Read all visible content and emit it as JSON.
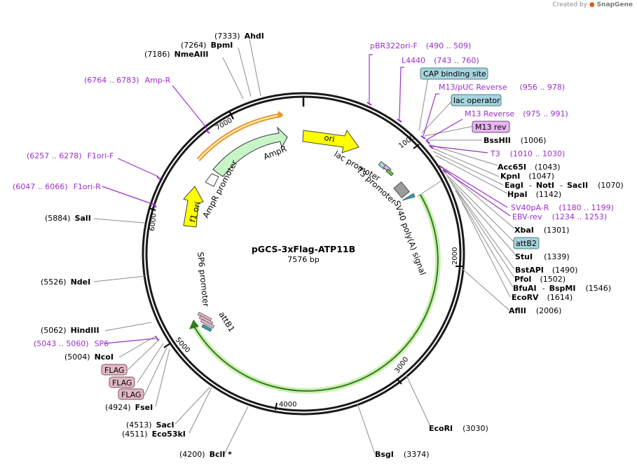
{
  "credit": {
    "prefix": "Created by",
    "brand": "SnapGene"
  },
  "plasmid": {
    "name": "pGCS-3xFlag-ATP11B",
    "size": "7576 bp"
  },
  "ticks": [
    {
      "id": "t1000",
      "label": "1000"
    },
    {
      "id": "t2000",
      "label": "2000"
    },
    {
      "id": "t3000",
      "label": "3000"
    },
    {
      "id": "t4000",
      "label": "4000"
    },
    {
      "id": "t5000",
      "label": "5000"
    },
    {
      "id": "t6000",
      "label": "6000"
    },
    {
      "id": "t7000",
      "label": "7000"
    }
  ],
  "features": {
    "ori": "ori",
    "ampr": "AmpR",
    "ampr_promoter": "AmpR promoter",
    "f1_ori": "f1 ori",
    "lac_promoter": "lac promoter",
    "t3_promoter": "T3 promoter",
    "sv40": "SV40 poly(A) signal",
    "sp6_promoter": "SP6 promoter",
    "attb1": "attB1"
  },
  "boxes": {
    "cap": "CAP binding site",
    "lacop": "lac operator",
    "m13rev": "M13 rev",
    "attb2": "attB2",
    "flag1": "FLAG",
    "flag2": "FLAG",
    "flag3": "FLAG"
  },
  "colors": {
    "ori": "#ffff00",
    "ampr": "#c8f5c8",
    "f1ori": "#ffff00",
    "cds": "#66cc33",
    "primer": "#9b2fc9",
    "box_blue": "#a6d3dd",
    "box_pink": "#e2b8c4",
    "box_violet": "#e6b4f0"
  },
  "sites": {
    "ahdi": {
      "pos": "(7333)",
      "name": "AhdI"
    },
    "bpmi": {
      "pos": "(7264)",
      "name": "BpmI"
    },
    "nmeaiii": {
      "pos": "(7186)",
      "name": "NmeAIII"
    },
    "ampr_primer": {
      "pos": "(6764 .. 6783)",
      "name": "Amp-R"
    },
    "f1orif": {
      "pos": "(6257 .. 6278)",
      "name": "F1ori-F"
    },
    "f1orir": {
      "pos": "(6047 .. 6066)",
      "name": "F1ori-R"
    },
    "sali": {
      "pos": "(5884)",
      "name": "SalI"
    },
    "ndei": {
      "pos": "(5526)",
      "name": "NdeI"
    },
    "hindiii": {
      "pos": "(5062)",
      "name": "HindIII"
    },
    "sp6": {
      "pos": "(5043 .. 5060)",
      "name": "SP6"
    },
    "ncoi": {
      "pos": "(5004)",
      "name": "NcoI"
    },
    "fsei": {
      "pos": "(4924)",
      "name": "FseI"
    },
    "saci": {
      "pos": "(4513)",
      "name": "SacI"
    },
    "eco53ki": {
      "pos": "(4511)",
      "name": "Eco53kI"
    },
    "bcli": {
      "pos": "(4200)",
      "name": "BclI *"
    },
    "bsgi": {
      "name": "BsgI",
      "pos": "(3374)"
    },
    "ecori": {
      "name": "EcoRI",
      "pos": "(3030)"
    },
    "pbr322": {
      "name": "pBR322ori-F",
      "pos": "(490 .. 509)"
    },
    "l4440": {
      "name": "L4440",
      "pos": "(743 .. 760)"
    },
    "m13puc": {
      "name": "M13/pUC Reverse",
      "pos": "(956 .. 978)"
    },
    "m13reverse": {
      "name": "M13 Reverse",
      "pos": "(975 .. 991)"
    },
    "bsshii": {
      "name": "BssHII",
      "pos": "(1006)"
    },
    "t3": {
      "name": "T3",
      "pos": "(1010 .. 1030)"
    },
    "acc65i": {
      "name": "Acc65I",
      "pos": "(1043)"
    },
    "kpni": {
      "name": "KpnI",
      "pos": "(1047)"
    },
    "eagi": {
      "name": "EagI",
      "sep1": "-",
      "name2": "NotI",
      "sep2": "-",
      "name3": "SacII",
      "pos": "(1070)"
    },
    "hpai": {
      "name": "HpaI",
      "pos": "(1142)"
    },
    "sv40par": {
      "name": "SV40pA-R",
      "pos": "(1180 .. 1199)"
    },
    "ebvrev": {
      "name": "EBV-rev",
      "pos": "(1234 .. 1253)"
    },
    "xbai": {
      "name": "XbaI",
      "pos": "(1301)"
    },
    "stui": {
      "name": "StuI",
      "pos": "(1339)"
    },
    "bstapi": {
      "name": "BstAPI",
      "pos": "(1490)"
    },
    "pfoi": {
      "name": "PfoI",
      "pos": "(1502)"
    },
    "bfuai": {
      "name": "BfuAI",
      "sep": "-",
      "name2": "BspMI",
      "pos": "(1546)"
    },
    "ecorv": {
      "name": "EcoRV",
      "pos": "(1614)"
    },
    "aflii": {
      "name": "AflII",
      "pos": "(2006)"
    }
  }
}
